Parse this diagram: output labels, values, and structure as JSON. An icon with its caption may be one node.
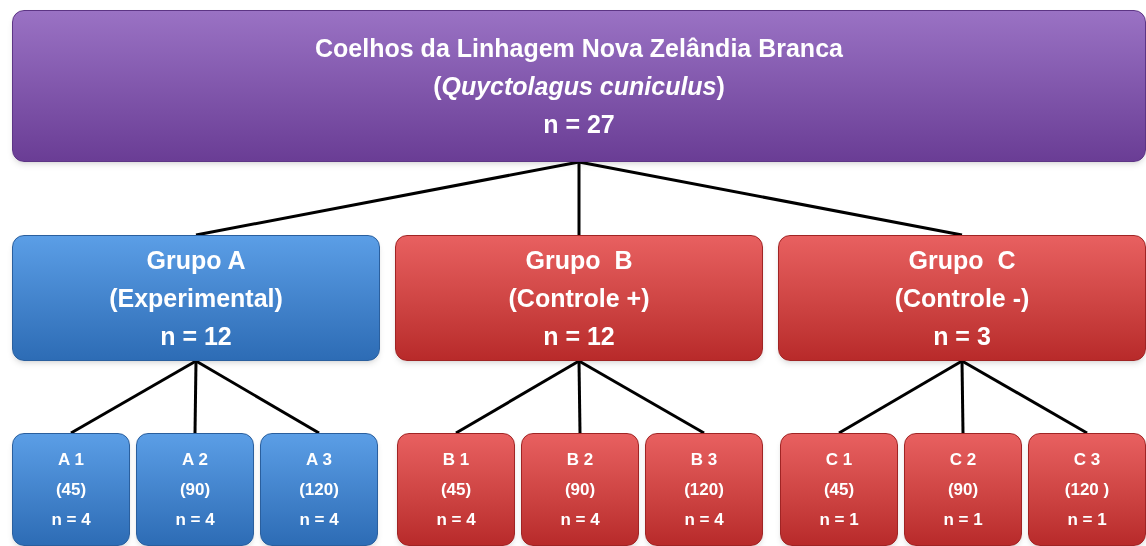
{
  "diagram": {
    "nodes": [
      {
        "text": [
          "Coelhos da Linhagem Nova Zelândia Branca",
          "(*Quyctolagus cuniculus*)",
          "n = 27"
        ]
      },
      {
        "text": [
          "Grupo A",
          "(Experimental)",
          "n = 12"
        ]
      },
      {
        "text": [
          "Grupo  B",
          "(Controle +)",
          "n = 12"
        ]
      },
      {
        "text": [
          "Grupo  C",
          "(Controle -)",
          "n = 3"
        ]
      },
      {
        "text": [
          "A 1",
          "(45)",
          "n = 4"
        ]
      },
      {
        "text": [
          "A 2",
          "(90)",
          "n = 4"
        ]
      },
      {
        "text": [
          "A 3",
          "(120)",
          "n = 4"
        ]
      },
      {
        "text": [
          "B 1",
          "(45)",
          "n = 4"
        ]
      },
      {
        "text": [
          "B 2",
          "(90)",
          "n = 4"
        ]
      },
      {
        "text": [
          "B 3",
          "(120)",
          "n = 4"
        ]
      },
      {
        "text": [
          "C 1",
          "(45)",
          "n = 1"
        ]
      },
      {
        "text": [
          "C 2",
          "(90)",
          "n = 1"
        ]
      },
      {
        "text": [
          "C 3",
          "(120 )",
          "n = 1"
        ]
      }
    ],
    "edges": [
      {
        "from": 0,
        "to": 1,
        "arrow": "none"
      },
      {
        "from": 0,
        "to": 2,
        "arrow": "none"
      },
      {
        "from": 0,
        "to": 3,
        "arrow": "none"
      },
      {
        "from": 1,
        "to": 4,
        "arrow": "none"
      },
      {
        "from": 1,
        "to": 5,
        "arrow": "none"
      },
      {
        "from": 1,
        "to": 6,
        "arrow": "none"
      },
      {
        "from": 2,
        "to": 7,
        "arrow": "none"
      },
      {
        "from": 2,
        "to": 8,
        "arrow": "none"
      },
      {
        "from": 2,
        "to": 9,
        "arrow": "none"
      },
      {
        "from": 3,
        "to": 10,
        "arrow": "none"
      },
      {
        "from": 3,
        "to": 11,
        "arrow": "none"
      },
      {
        "from": 3,
        "to": 12,
        "arrow": "none"
      }
    ]
  }
}
